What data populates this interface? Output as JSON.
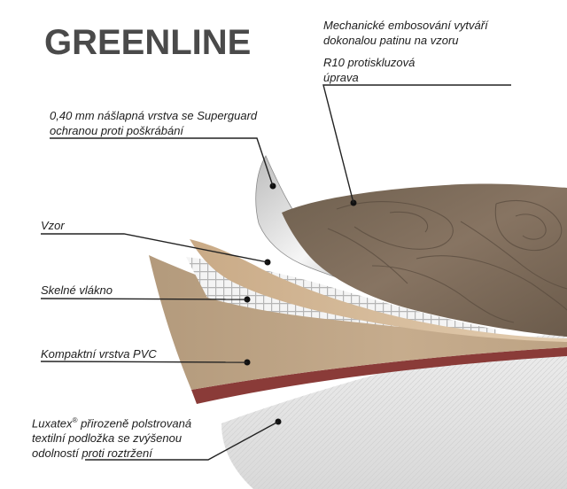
{
  "title": "GREENLINE",
  "labels": {
    "embossing": [
      "Mechanické embosování vytváří",
      "dokonalou patinu na vzoru"
    ],
    "r10": [
      "R10 protiskluzová",
      "úprava"
    ],
    "wear_layer": [
      "0,40 mm nášlapná vrstva se Superguard",
      "ochranou proti poškrábání"
    ],
    "pattern": "Vzor",
    "fiberglass": "Skelné vlákno",
    "pvc": "Kompaktní vrstva PVC",
    "backing": {
      "brand": "Luxatex",
      "reg": "®",
      "line1_rest": " přirozeně polstrovaná",
      "line2": "textilní podložka se zvýšenou",
      "line3": "odolností proti roztržení"
    }
  },
  "colors": {
    "wood_top": "#7b6a58",
    "pvc": "#bea485",
    "red_edge": "#8a3b38",
    "felt": "#e6e6e6",
    "mesh": "#c9c9c9",
    "film": "#e8e8e8"
  }
}
